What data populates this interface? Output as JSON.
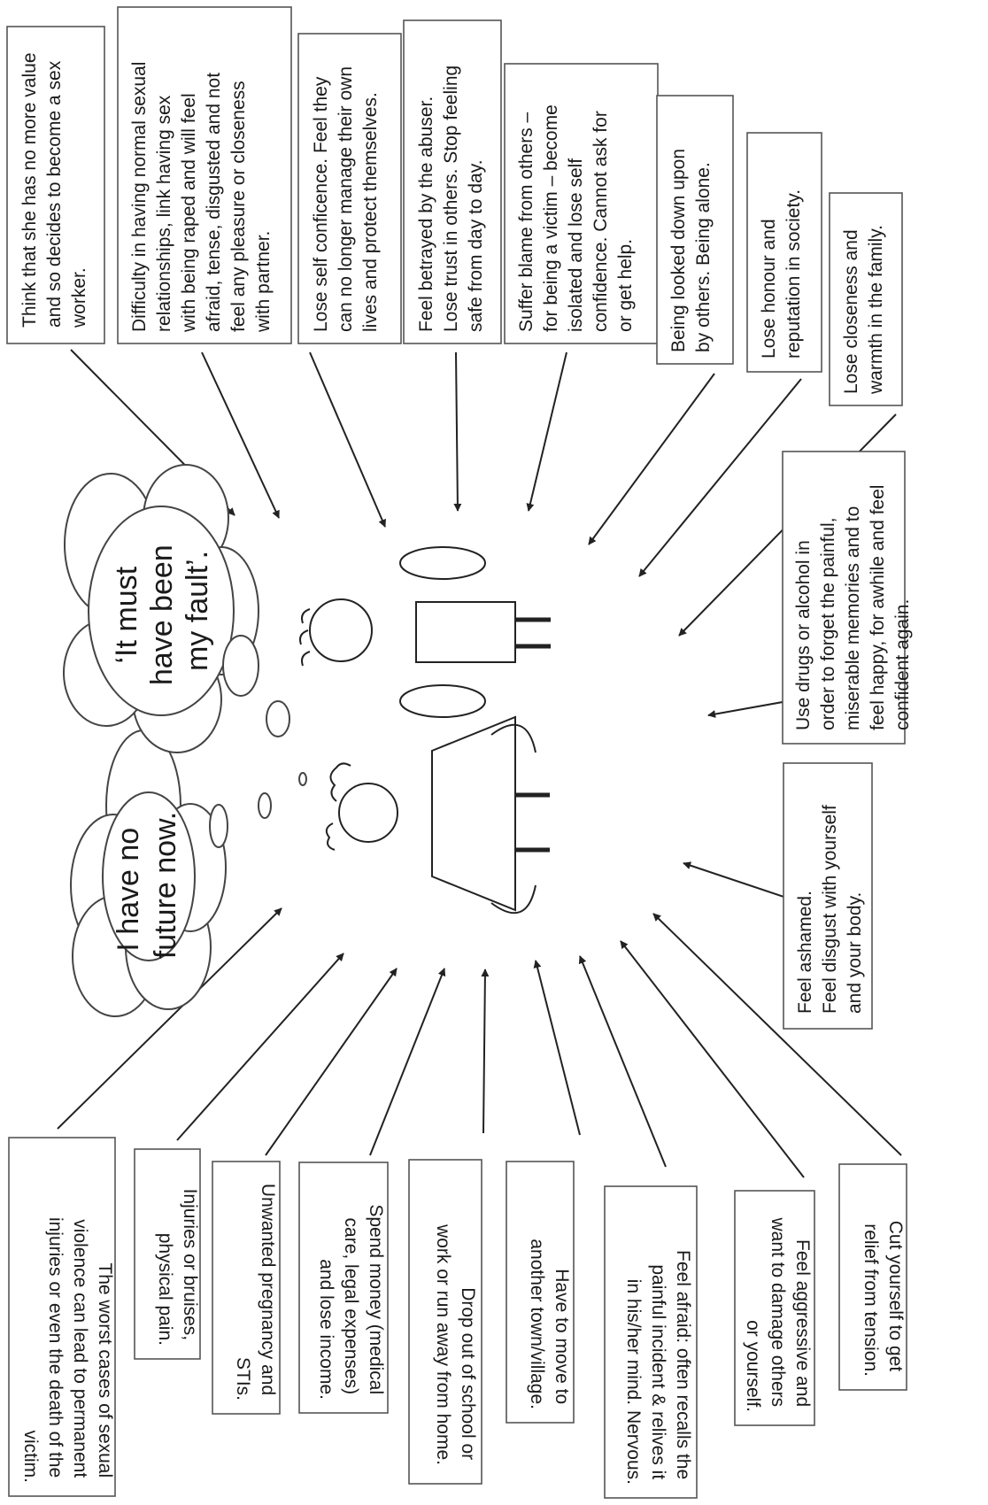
{
  "thoughts": {
    "cloud_1": [
      "I have no",
      "future now."
    ],
    "cloud_2": [
      "‘It must",
      "have been",
      "my fault’."
    ]
  },
  "top_boxes": [
    {
      "lines": [
        "Think that she has no more value",
        "and so decides to become a sex",
        "worker."
      ]
    },
    {
      "lines": [
        "Difficulty in having normal sexual",
        "relationships, link having sex",
        "with being raped  and will feel",
        "afraid, tense, disgusted and not",
        "feel any pleasure or closeness",
        "with partner."
      ]
    },
    {
      "lines": [
        "Lose self conficence. Feel they",
        "can no longer manage their own",
        "lives and protect themselves."
      ]
    },
    {
      "lines": [
        "Feel betrayed by the  abuser.",
        "Lose trust in others. Stop feeling",
        "safe from day to day."
      ]
    },
    {
      "lines": [
        "Suffer blame from others –",
        "for being a victim – become",
        "isolated and lose self",
        "confidence. Cannot ask for",
        "or get help."
      ]
    },
    {
      "lines": [
        "Being looked down upon",
        "by others. Being alone."
      ]
    },
    {
      "lines": [
        "Lose honour and",
        "reputation in society."
      ]
    },
    {
      "lines": [
        "Lose closeness and",
        "warmth in the family."
      ]
    }
  ],
  "right_boxes": [
    {
      "lines": [
        "Use drugs or alcohol in",
        "order to forget the painful,",
        "miserable memories and to",
        "feel happy, for awhile and feel",
        "confident again."
      ]
    },
    {
      "lines": [
        "Feel ashamed.",
        "Feel disgust with yourself",
        "and your body."
      ]
    }
  ],
  "bottom_boxes": [
    {
      "lines": [
        "The worst cases of sexual",
        "violence can lead to permanent",
        "injuries or even the death of the",
        "victim."
      ]
    },
    {
      "lines": [
        "Injuries or bruises,",
        "physical pain."
      ]
    },
    {
      "lines": [
        "Unwanted pregnancy and",
        "STIs."
      ]
    },
    {
      "lines": [
        "Spend money (medical",
        "care, legal expenses)",
        "and lose income."
      ]
    },
    {
      "lines": [
        "Drop out of school or",
        "work or run away from home."
      ]
    },
    {
      "lines": [
        "Have to move to",
        "another town/village."
      ]
    },
    {
      "lines": [
        "Feel afraid:  often recalls the",
        "painful incident & relives it",
        "in his/her mind. Nervous."
      ]
    },
    {
      "lines": [
        "Feel aggressive and",
        "want to damage others",
        "or yourself."
      ]
    },
    {
      "lines": [
        "Cut yourself to get",
        "relief from tension."
      ]
    }
  ]
}
